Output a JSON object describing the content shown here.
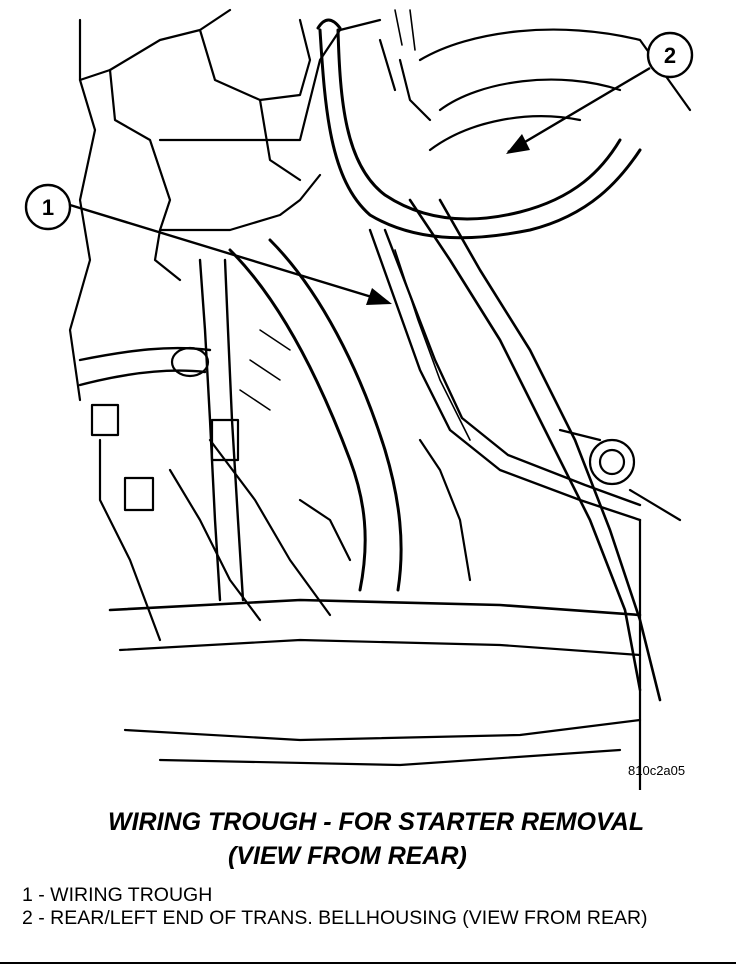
{
  "figure_id": "810c2a05",
  "title": {
    "line1": "WIRING TROUGH - FOR STARTER REMOVAL",
    "line2": "(VIEW FROM REAR)"
  },
  "callouts": [
    {
      "number": "1"
    },
    {
      "number": "2"
    }
  ],
  "legend": [
    {
      "text": "1 - WIRING TROUGH"
    },
    {
      "text": "2 - REAR/LEFT END OF TRANS. BELLHOUSING (VIEW FROM REAR)"
    }
  ]
}
